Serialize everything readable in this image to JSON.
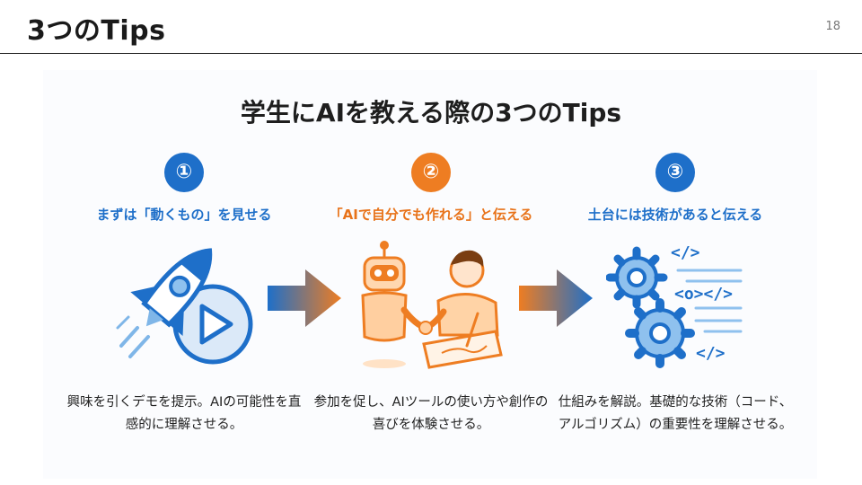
{
  "header": {
    "title": "3つのTips",
    "page_number": "18"
  },
  "main": {
    "title": "学生にAIを教える際の3つのTips",
    "tips": [
      {
        "number": "①",
        "heading": "まずは「動くもの」を見せる",
        "description": "興味を引くデモを提示。AIの可能性を直感的に理解させる。",
        "color": "#1e6fc9",
        "icon": "rocket-play-icon"
      },
      {
        "number": "②",
        "heading": "「AIで自分でも作れる」と伝える",
        "description": "参加を促し、AIツールの使い方や創作の喜びを体験させる。",
        "color": "#ee7d22",
        "icon": "robot-person-handshake-icon"
      },
      {
        "number": "③",
        "heading": "土台には技術があると伝える",
        "description": "仕組みを解説。基礎的な技術（コード、アルゴリズム）の重要性を理解させる。",
        "color": "#1e6fc9",
        "icon": "gears-code-icon"
      }
    ]
  }
}
